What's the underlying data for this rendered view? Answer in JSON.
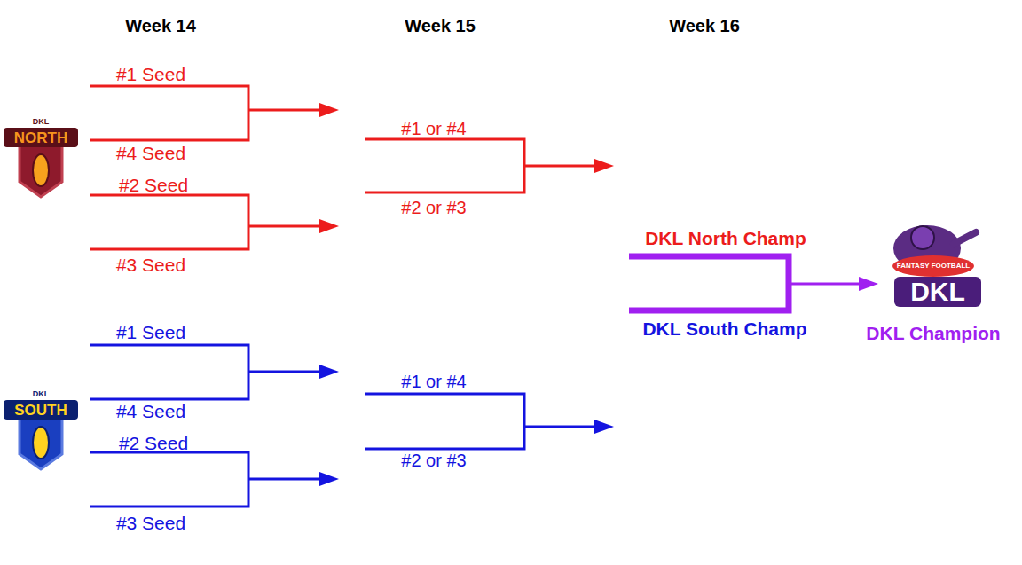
{
  "diagram": {
    "labels": [
      "Week 14",
      "Week 15",
      "Week 16",
      "#1 Seed",
      "#4 Seed",
      "#2 Seed",
      "#3 Seed",
      "#1 or #4",
      "#2 or #3",
      "DKL North Champ",
      "DKL South Champ",
      "DKL Champion",
      "#1 Seed",
      "#4 Seed",
      "#2 Seed",
      "#3 Seed",
      "#1 or #4",
      "#2 or #3",
      "DKL",
      "NORTH",
      "DKL",
      "SOUTH",
      "FANTASY FOOTBALL",
      "DKL"
    ]
  }
}
